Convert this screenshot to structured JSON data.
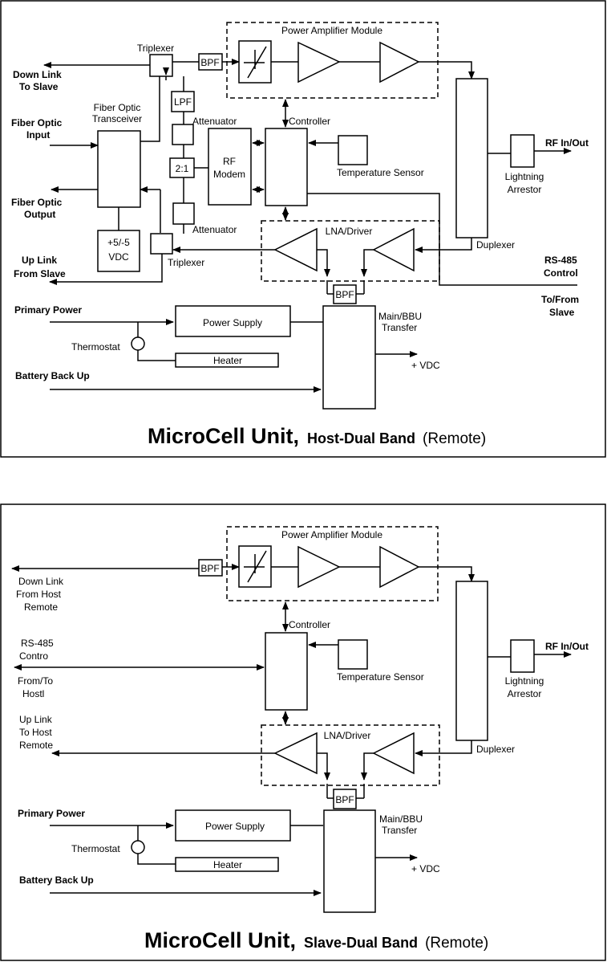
{
  "host": {
    "title_main": "MicroCell Unit,",
    "title_band": "Host-Dual Band",
    "title_remote": "(Remote)",
    "power_amplifier_module": "Power Amplifier Module",
    "triplexer_top": "Triplexer",
    "triplexer_bottom": "Triplexer",
    "bpf_top": "BPF",
    "bpf_bottom": "BPF",
    "lpf": "LPF",
    "ratio": "2:1",
    "attenuator_top": "Attenuator",
    "attenuator_bottom": "Attenuator",
    "rf_modem_1": "RF",
    "rf_modem_2": "Modem",
    "controller": "Controller",
    "temperature_sensor": "Temperature Sensor",
    "fiber_transceiver_1": "Fiber Optic",
    "fiber_transceiver_2": "Transceiver",
    "vdc_1": "+5/-5",
    "vdc_2": "VDC",
    "lna_driver": "LNA/Driver",
    "duplexer": "Duplexer",
    "lightning_1": "Lightning",
    "lightning_2": "Arrestor",
    "rf_inout": "RF In/Out",
    "down_link_1": "Down Link",
    "down_link_2": "To Slave",
    "fiber_input_1": "Fiber Optic",
    "fiber_input_2": "Input",
    "fiber_output_1": "Fiber Optic",
    "fiber_output_2": "Output",
    "up_link_1": "Up Link",
    "up_link_2": "From Slave",
    "rs485_1": "RS-485",
    "rs485_2": "Control",
    "to_from_1": "To/From",
    "to_from_2": "Slave",
    "primary_power": "Primary Power",
    "power_supply": "Power Supply",
    "thermostat": "Thermostat",
    "heater": "Heater",
    "battery": "Battery Back Up",
    "main_bbu_1": "Main/BBU",
    "main_bbu_2": "Transfer",
    "plus_vdc": "+ VDC"
  },
  "slave": {
    "title_main": "MicroCell Unit,",
    "title_band": "Slave-Dual Band",
    "title_remote": "(Remote)",
    "power_amplifier_module": "Power Amplifier Module",
    "bpf_top": "BPF",
    "bpf_bottom": "BPF",
    "controller": "Controller",
    "temperature_sensor": "Temperature Sensor",
    "lna_driver": "LNA/Driver",
    "duplexer": "Duplexer",
    "lightning_1": "Lightning",
    "lightning_2": "Arrestor",
    "rf_inout": "RF In/Out",
    "down_link_1": "Down Link",
    "down_link_2": "From Host",
    "down_link_3": "Remote",
    "rs485_1": "RS-485",
    "rs485_2": "Contro",
    "from_to_1": "From/To",
    "from_to_2": "Hostl",
    "up_link_1": "Up Link",
    "up_link_2": "To Host",
    "up_link_3": "Remote",
    "primary_power": "Primary Power",
    "power_supply": "Power Supply",
    "thermostat": "Thermostat",
    "heater": "Heater",
    "battery": "Battery Back Up",
    "main_bbu_1": "Main/BBU",
    "main_bbu_2": "Transfer",
    "plus_vdc": "+ VDC"
  }
}
